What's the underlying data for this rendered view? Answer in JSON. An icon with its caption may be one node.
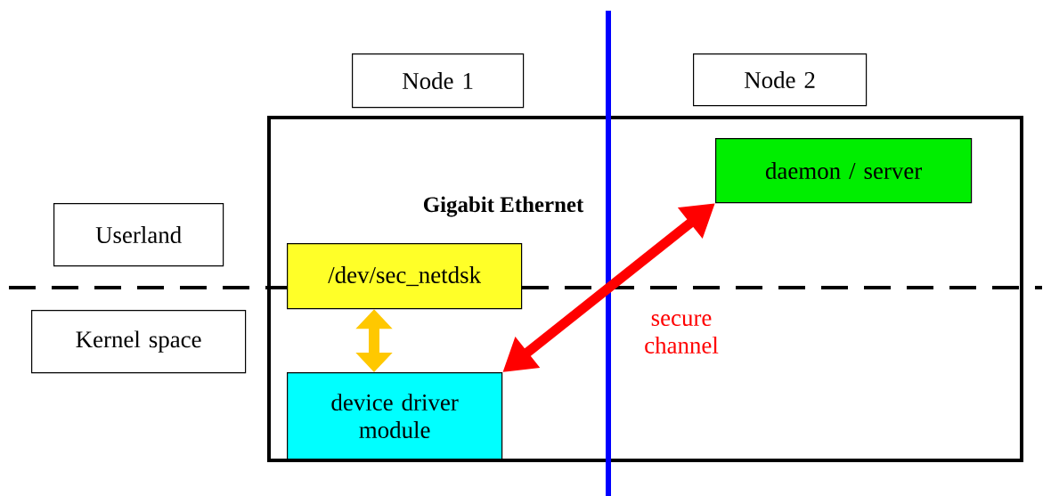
{
  "diagram": {
    "nodes": [
      {
        "text": [
          "Node 1"
        ]
      },
      {
        "text": [
          "Node 2"
        ]
      },
      {
        "text": [
          "Userland"
        ]
      },
      {
        "text": [
          "Kernel space"
        ]
      },
      {
        "text": [],
        "shape": "box"
      },
      {
        "text": [
          "/dev/sec_netdsk"
        ],
        "in": 4
      },
      {
        "text": [
          "daemon / server"
        ],
        "in": 4
      },
      {
        "text": [
          "device driver module"
        ],
        "in": 4
      }
    ],
    "edges": [
      {
        "from": 5,
        "to": 7,
        "arrow": "both",
        "color": "#ffc800"
      },
      {
        "from": 7,
        "to": 6,
        "arrow": "both",
        "color": "#ff0000",
        "label": "secure channel"
      }
    ],
    "labels": [
      "Gigabit Ethernet"
    ]
  }
}
